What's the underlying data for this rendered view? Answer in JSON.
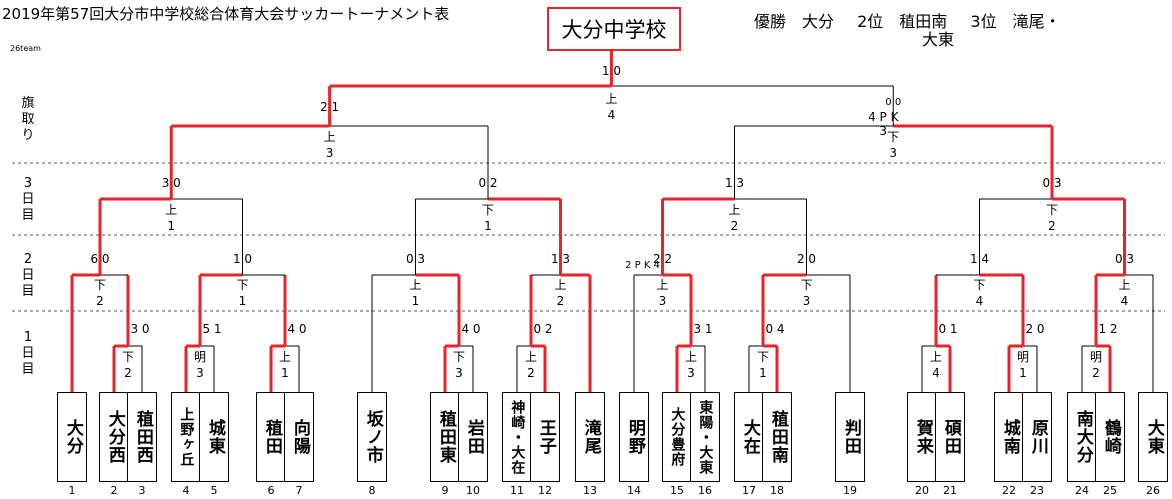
{
  "header": {
    "title": "2019年第57回大分市中学校総合体育大会サッカートーナメント表",
    "subtitle": "26team",
    "champion": "大分中学校",
    "results": [
      "優勝　大分",
      "2位　稙田南",
      "3位　滝尾・",
      "大東"
    ]
  },
  "row_labels": [
    "旗取り",
    "3日目",
    "2日目",
    "1日目"
  ],
  "teams": [
    {
      "num": "1",
      "name": "大分"
    },
    {
      "num": "2",
      "name": "大分西"
    },
    {
      "num": "3",
      "name": "稙田西"
    },
    {
      "num": "4",
      "name": "上野ヶ丘"
    },
    {
      "num": "5",
      "name": "城東"
    },
    {
      "num": "6",
      "name": "稙田"
    },
    {
      "num": "7",
      "name": "向陽"
    },
    {
      "num": "8",
      "name": "坂ノ市"
    },
    {
      "num": "9",
      "name": "稙田東"
    },
    {
      "num": "10",
      "name": "岩田"
    },
    {
      "num": "11",
      "name": "神崎・大在"
    },
    {
      "num": "12",
      "name": "王子"
    },
    {
      "num": "13",
      "name": "滝尾"
    },
    {
      "num": "14",
      "name": "明野"
    },
    {
      "num": "15",
      "name": "大分豊府"
    },
    {
      "num": "16",
      "name": "東陽・大東"
    },
    {
      "num": "17",
      "name": "大在"
    },
    {
      "num": "18",
      "name": "稙田南"
    },
    {
      "num": "19",
      "name": "判田"
    },
    {
      "num": "20",
      "name": "賀来"
    },
    {
      "num": "21",
      "name": "碩田"
    },
    {
      "num": "22",
      "name": "城南"
    },
    {
      "num": "23",
      "name": "原川"
    },
    {
      "num": "24",
      "name": "南大分"
    },
    {
      "num": "25",
      "name": "鶴崎"
    },
    {
      "num": "26",
      "name": "大東"
    }
  ],
  "day1": [
    {
      "court": "下",
      "game": "2",
      "score": "3 0"
    },
    {
      "court": "明",
      "game": "3",
      "score": "5 1"
    },
    {
      "court": "上",
      "game": "1",
      "score": "4 0"
    },
    {
      "court": "下",
      "game": "3",
      "score": "4 0"
    },
    {
      "court": "上",
      "game": "2",
      "score": "0 2"
    },
    {
      "court": "上",
      "game": "3",
      "score": "3 1"
    },
    {
      "court": "下",
      "game": "1",
      "score": "0 4"
    },
    {
      "court": "上",
      "game": "4",
      "score": "0 1"
    },
    {
      "court": "明",
      "game": "1",
      "score": "2 0"
    },
    {
      "court": "明",
      "game": "2",
      "score": "1 2"
    }
  ],
  "day2": [
    {
      "court": "下",
      "game": "2",
      "score": "6 0",
      "pk": ""
    },
    {
      "court": "下",
      "game": "1",
      "score": "1 0",
      "pk": ""
    },
    {
      "court": "上",
      "game": "1",
      "score": "0 3",
      "pk": ""
    },
    {
      "court": "上",
      "game": "2",
      "score": "1 3",
      "pk": ""
    },
    {
      "court": "上",
      "game": "3",
      "score": "2 2",
      "pk": "2 P K 4"
    },
    {
      "court": "下",
      "game": "3",
      "score": "2 0",
      "pk": ""
    },
    {
      "court": "下",
      "game": "4",
      "score": "1 4",
      "pk": ""
    },
    {
      "court": "上",
      "game": "4",
      "score": "0 3",
      "pk": ""
    }
  ],
  "day3": [
    {
      "court": "上",
      "game": "1",
      "score": "3 0"
    },
    {
      "court": "下",
      "game": "1",
      "score": "0 2"
    },
    {
      "court": "上",
      "game": "2",
      "score": "1 3"
    },
    {
      "court": "下",
      "game": "2",
      "score": "0 3"
    }
  ],
  "semis": [
    {
      "court": "上",
      "game": "3",
      "score": "2 1",
      "pk_top": "",
      "pk": ""
    },
    {
      "court": "下",
      "game": "3",
      "score": "",
      "pk_top": "0 0",
      "pk": "4 P K 3"
    }
  ],
  "final": {
    "court": "上",
    "game": "4",
    "score": "1 0"
  },
  "colors": {
    "winner_line": "#e8232a",
    "line": "#000000"
  }
}
